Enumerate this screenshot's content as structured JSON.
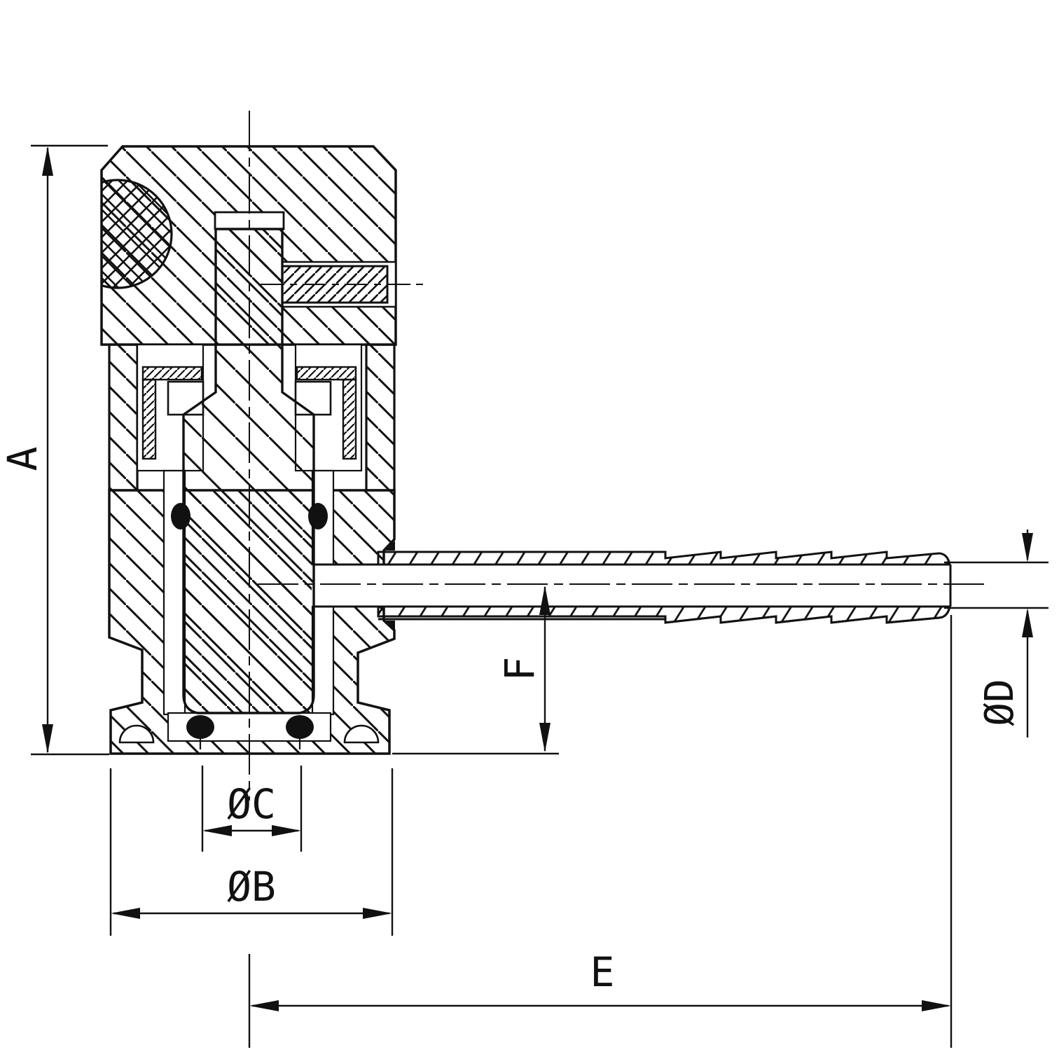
{
  "title": "Barbed outlet valve cross-section drawing",
  "colors": {
    "ink": "#111111",
    "paper": "#ffffff"
  },
  "dimension_labels": {
    "a": "A",
    "b": "ØB",
    "c": "ØC",
    "d": "ØD",
    "e": "E",
    "f": "F"
  }
}
